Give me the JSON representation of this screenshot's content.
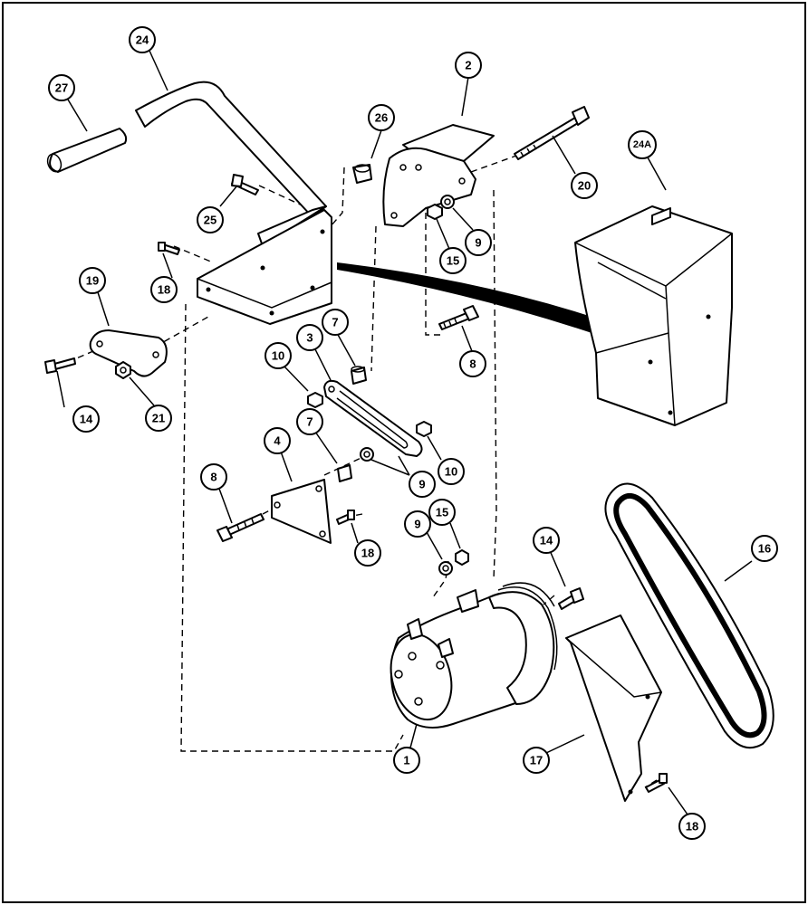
{
  "callouts": [
    {
      "id": "c24",
      "label": "24"
    },
    {
      "id": "c27",
      "label": "27"
    },
    {
      "id": "c2",
      "label": "2"
    },
    {
      "id": "c26",
      "label": "26"
    },
    {
      "id": "c20",
      "label": "20"
    },
    {
      "id": "c24A",
      "label": "24A"
    },
    {
      "id": "c25",
      "label": "25"
    },
    {
      "id": "c15a",
      "label": "15"
    },
    {
      "id": "c9a",
      "label": "9"
    },
    {
      "id": "c18a",
      "label": "18"
    },
    {
      "id": "c19",
      "label": "19"
    },
    {
      "id": "c8a",
      "label": "8"
    },
    {
      "id": "c3",
      "label": "3"
    },
    {
      "id": "c7a",
      "label": "7"
    },
    {
      "id": "c10a",
      "label": "10"
    },
    {
      "id": "c14a",
      "label": "14"
    },
    {
      "id": "c21",
      "label": "21"
    },
    {
      "id": "c7b",
      "label": "7"
    },
    {
      "id": "c4",
      "label": "4"
    },
    {
      "id": "c10b",
      "label": "10"
    },
    {
      "id": "c9b",
      "label": "9"
    },
    {
      "id": "c8b",
      "label": "8"
    },
    {
      "id": "c18b",
      "label": "18"
    },
    {
      "id": "c9c",
      "label": "9"
    },
    {
      "id": "c15b",
      "label": "15"
    },
    {
      "id": "c14b",
      "label": "14"
    },
    {
      "id": "c16",
      "label": "16"
    },
    {
      "id": "c1",
      "label": "1"
    },
    {
      "id": "c17",
      "label": "17"
    },
    {
      "id": "c18c",
      "label": "18"
    }
  ]
}
